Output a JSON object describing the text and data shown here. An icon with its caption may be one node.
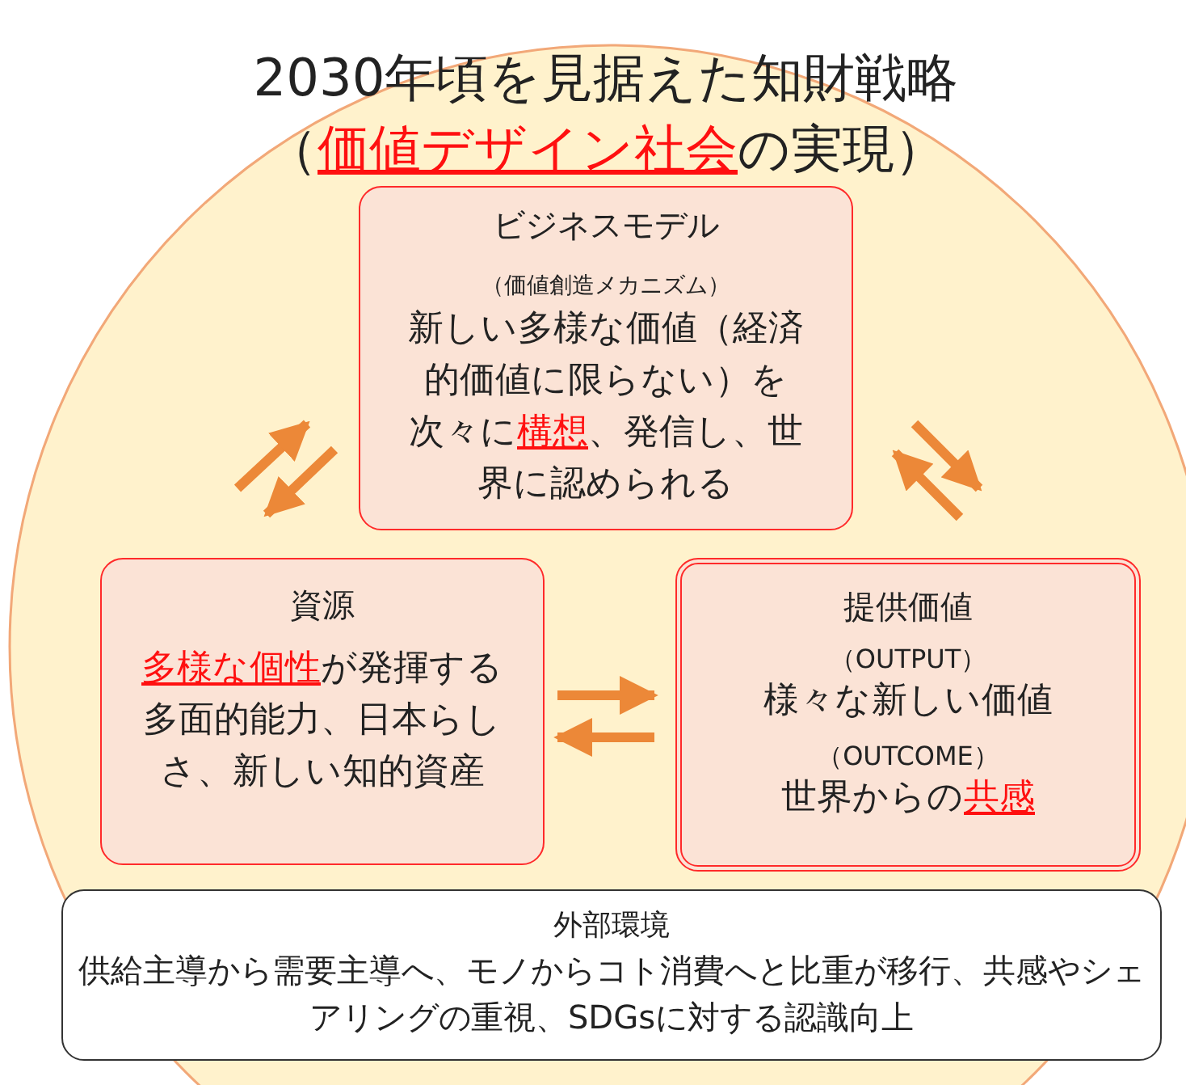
{
  "diagram": {
    "title": "2030年頃を見据えた知財戦略（**価値デザイン社会**の実現）",
    "nodes": [
      {
        "text": [
          "ビジネスモデル",
          "（価値創造メカニズム）",
          "新しい多様な価値（経済的価値に限らない）を次々に**構想**、発信し、世界に認められる"
        ]
      },
      {
        "text": [
          "資源",
          "**多様な個性**が発揮する多面的能力、日本らしさ、新しい知的資産"
        ]
      },
      {
        "text": [
          "提供価値",
          "（OUTPUT）",
          "様々な新しい価値",
          "（OUTCOME）",
          "世界からの**共感**"
        ]
      },
      {
        "text": [
          "外部環境",
          "供給主導から需要主導へ、モノからコト消費へと比重が移行、共感やシェアリングの重視、SDGsに対する認識向上"
        ]
      }
    ],
    "edges": [
      {
        "from": 1,
        "to": 0,
        "arrow": "to"
      },
      {
        "from": 0,
        "to": 1,
        "arrow": "to"
      },
      {
        "from": 0,
        "to": 2,
        "arrow": "to"
      },
      {
        "from": 2,
        "to": 0,
        "arrow": "to"
      },
      {
        "from": 1,
        "to": 2,
        "arrow": "to"
      },
      {
        "from": 2,
        "to": 1,
        "arrow": "to"
      }
    ]
  }
}
